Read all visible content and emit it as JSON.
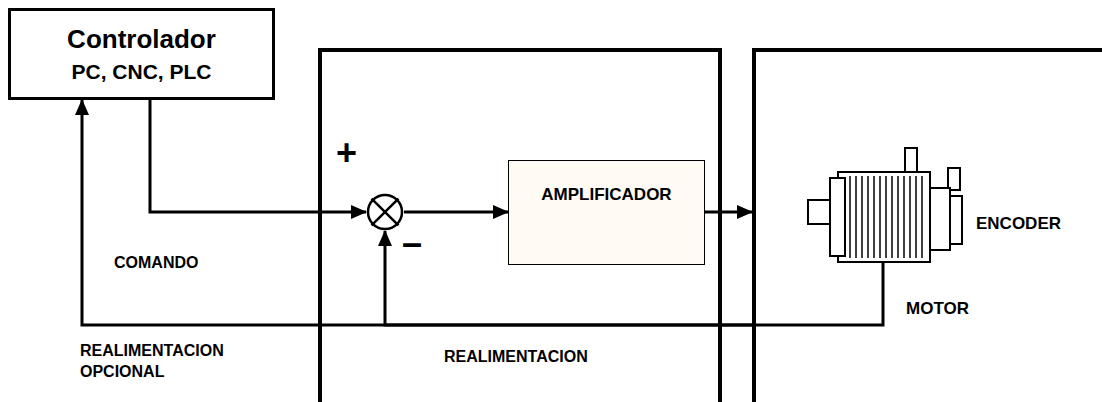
{
  "diagram": {
    "nodes": [
      {
        "text": [
          "Controlador",
          "PC, CNC, PLC"
        ]
      },
      {
        "text": [
          "+",
          "–"
        ]
      },
      {
        "text": [
          "AMPLIFICADOR"
        ]
      },
      {
        "text": [
          "ENCODER",
          "MOTOR"
        ]
      }
    ],
    "edges": [
      {
        "from": 0,
        "to": 1,
        "arrow": "to",
        "label": "COMANDO"
      },
      {
        "from": 1,
        "to": 2,
        "arrow": "to"
      },
      {
        "from": 2,
        "to": 3,
        "arrow": "to"
      },
      {
        "from": 3,
        "to": 1,
        "arrow": "to",
        "label": "REALIMENTACION"
      },
      {
        "from": 3,
        "to": 0,
        "arrow": "to",
        "label": "REALIMENTACION OPCIONAL"
      }
    ]
  }
}
